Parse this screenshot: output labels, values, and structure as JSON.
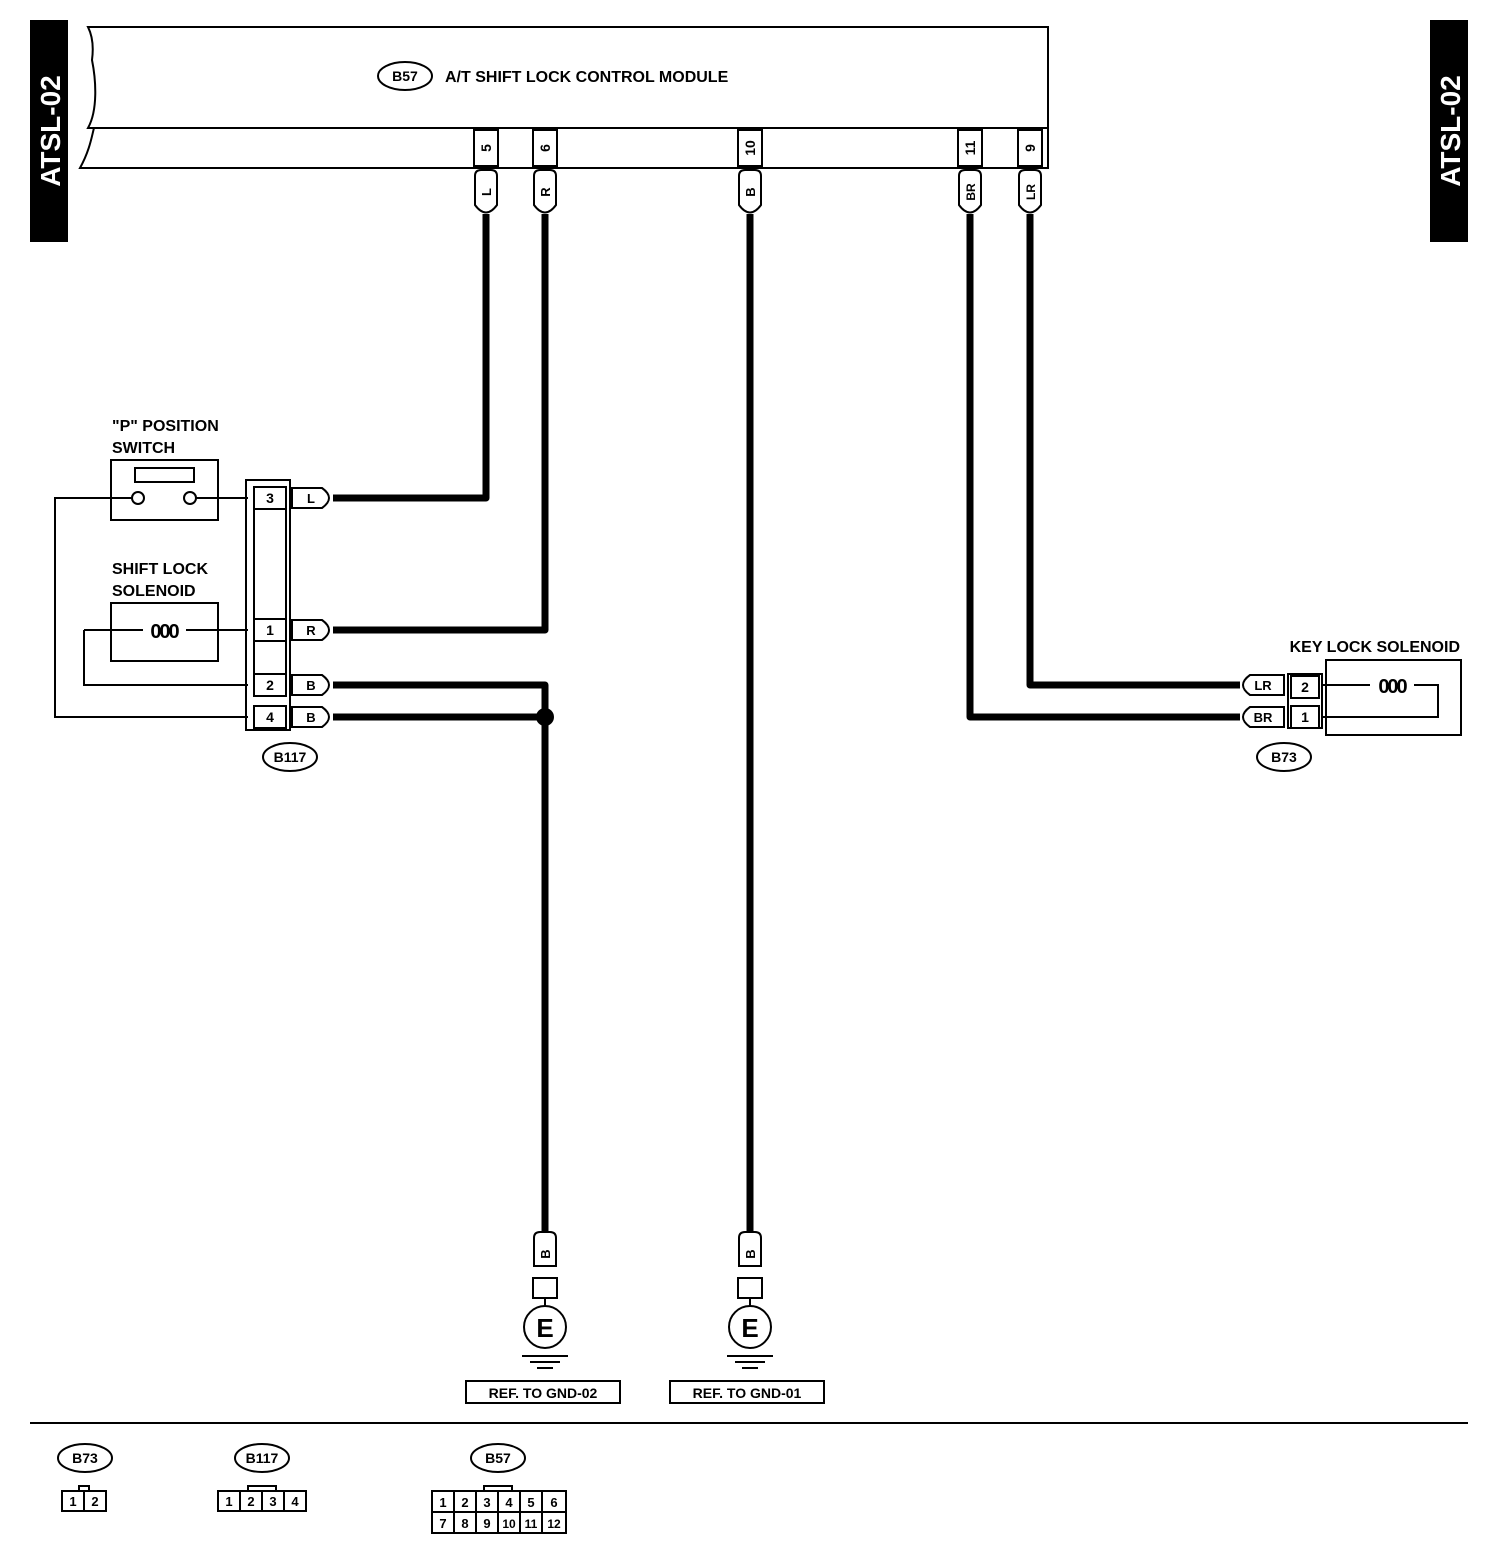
{
  "page_tag": {
    "left": "ATSL-02",
    "right": "ATSL-02"
  },
  "module": {
    "connector": "B57",
    "title": "A/T SHIFT LOCK CONTROL MODULE",
    "pins": [
      {
        "pin": "5",
        "wire": "L"
      },
      {
        "pin": "6",
        "wire": "R"
      },
      {
        "pin": "10",
        "wire": "B"
      },
      {
        "pin": "11",
        "wire": "BR"
      },
      {
        "pin": "9",
        "wire": "LR"
      }
    ]
  },
  "p_switch": {
    "line1": "\"P\" POSITION",
    "line2": "SWITCH"
  },
  "shift_solenoid": {
    "line1": "SHIFT LOCK",
    "line2": "SOLENOID",
    "coil": "000"
  },
  "b117": {
    "connector": "B117",
    "rows": [
      {
        "pin": "3",
        "wire": "L"
      },
      {
        "pin": "1",
        "wire": "R"
      },
      {
        "pin": "2",
        "wire": "B"
      },
      {
        "pin": "4",
        "wire": "B"
      }
    ]
  },
  "key_solenoid": {
    "title": "KEY LOCK SOLENOID",
    "connector": "B73",
    "coil": "000",
    "rows": [
      {
        "pin": "2",
        "wire": "LR"
      },
      {
        "pin": "1",
        "wire": "BR"
      }
    ]
  },
  "grounds": [
    {
      "wire": "B",
      "symbol": "E",
      "ref": "REF. TO GND-02"
    },
    {
      "wire": "B",
      "symbol": "E",
      "ref": "REF. TO GND-01"
    }
  ],
  "legend": {
    "b73": {
      "name": "B73",
      "pins": [
        "1",
        "2"
      ]
    },
    "b117": {
      "name": "B117",
      "pins": [
        "1",
        "2",
        "3",
        "4"
      ]
    },
    "b57": {
      "name": "B57",
      "pins": [
        "1",
        "2",
        "3",
        "4",
        "5",
        "6",
        "7",
        "8",
        "9",
        "10",
        "11",
        "12"
      ]
    }
  }
}
